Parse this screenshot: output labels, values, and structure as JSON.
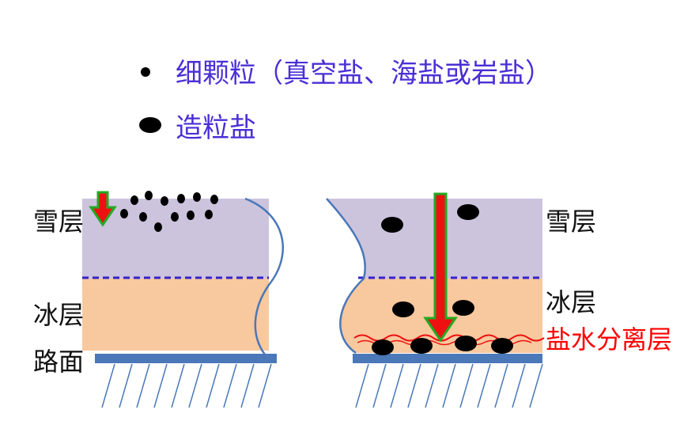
{
  "legend": {
    "fine_label": "细颗粒（真空盐、海盐或岩盐）",
    "granular_label": "造粒盐"
  },
  "labels": {
    "left_snow": "雪层",
    "left_ice": "冰层",
    "left_road": "路面",
    "right_snow": "雪层",
    "right_ice": "冰层",
    "right_brine": "盐水分离层"
  },
  "colors": {
    "snow_layer": "#ccc3dd",
    "ice_layer": "#f8c89e",
    "road_surface": "#4a78b8",
    "boundary_dashed": "#3322cc",
    "crack_line": "#4a78b8",
    "arrow_fill": "#ee1111",
    "arrow_outline": "#22aa22",
    "brine_wave": "#ee1111",
    "legend_text": "#4a2fd6",
    "brine_text": "#ff0000"
  }
}
